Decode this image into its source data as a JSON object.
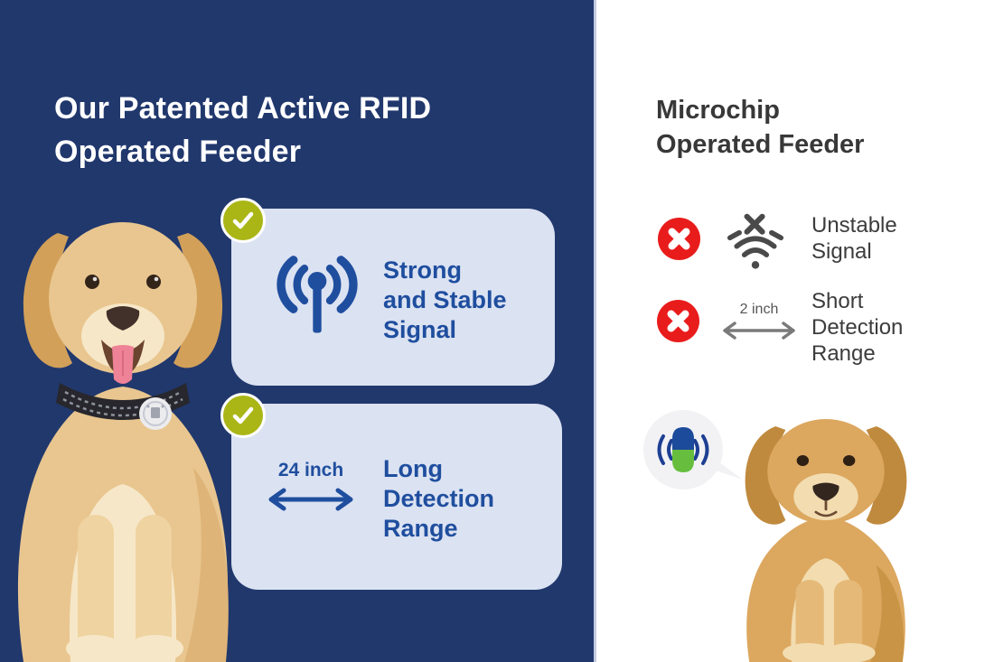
{
  "comparison": {
    "left": {
      "title": "Our Patented Active RFID\nOperated Feeder",
      "features": [
        {
          "status": "check",
          "icon": "antenna-signal-icon",
          "label": "Strong\nand Stable\nSignal"
        },
        {
          "status": "check",
          "icon": "double-arrow-icon",
          "measure": "24 inch",
          "label": "Long\nDetection\nRange"
        }
      ],
      "image": "golden-retriever-with-rfid-collar-tag"
    },
    "right": {
      "title": "Microchip\nOperated Feeder",
      "features": [
        {
          "status": "cross",
          "icon": "wifi-off-icon",
          "label": "Unstable\nSignal"
        },
        {
          "status": "cross",
          "icon": "double-arrow-icon",
          "measure": "2 inch",
          "label": "Short\nDetection\nRange"
        }
      ],
      "image": "golden-retriever-sitting",
      "bubble_icon": "microchip-capsule-icon"
    },
    "colors": {
      "left_background": "#21386D",
      "card_background": "#DBE2F2",
      "accent_blue": "#1F4E9E",
      "check_green": "#AAB616",
      "cross_red": "#E91C1C",
      "right_text": "#3C3C3C",
      "icon_gray": "#4A4A4A",
      "capsule_green": "#67BE3E"
    }
  }
}
